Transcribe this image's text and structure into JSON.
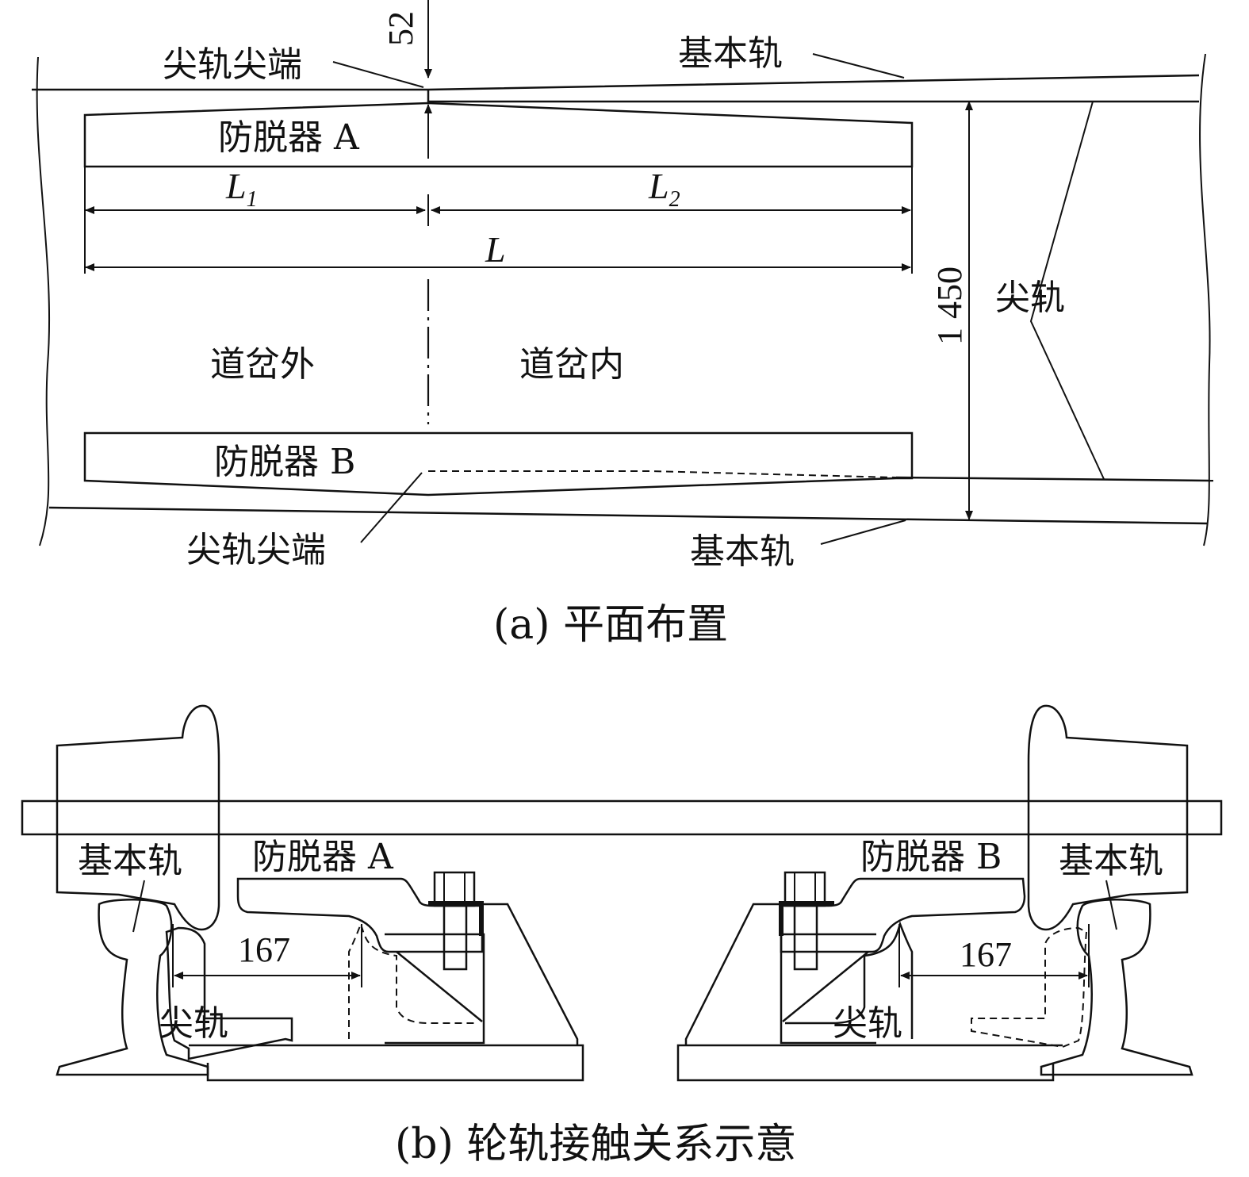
{
  "figure_a": {
    "caption": "(a) 平面布置",
    "labels": {
      "dim_52": "52",
      "switch_tip_top": "尖轨尖端",
      "stock_rail_top": "基本轨",
      "guard_a": "防脱器 A",
      "l1": "L",
      "l1_sub": "1",
      "l2": "L",
      "l2_sub": "2",
      "l_total": "L",
      "dim_1450": "1 450",
      "switch_rail": "尖轨",
      "outside_turnout": "道岔外",
      "inside_turnout": "道岔内",
      "guard_b": "防脱器 B",
      "switch_tip_bottom": "尖轨尖端",
      "stock_rail_bottom": "基本轨"
    }
  },
  "figure_b": {
    "caption": "(b) 轮轨接触关系示意",
    "labels": {
      "stock_rail_left": "基本轨",
      "guard_a": "防脱器 A",
      "dim_left": "167",
      "switch_rail_left": "尖轨",
      "guard_b": "防脱器 B",
      "stock_rail_right": "基本轨",
      "dim_right": "167",
      "switch_rail_right": "尖轨"
    }
  },
  "colors": {
    "ink": "#111111",
    "background": "#ffffff"
  }
}
